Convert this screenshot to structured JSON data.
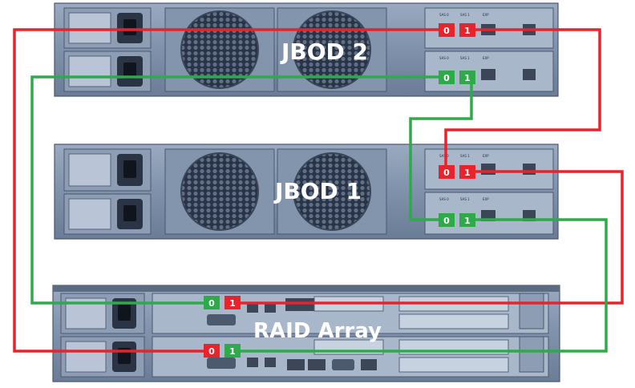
{
  "devices": {
    "jbod2": {
      "title": "JBOD 2"
    },
    "jbod1": {
      "title": "JBOD 1"
    },
    "raid": {
      "title": "RAID Array"
    }
  },
  "ports": {
    "port0": "0",
    "port1": "1"
  },
  "io_labels": {
    "sas0": "SAS 0",
    "sas1": "SAS 1",
    "exp": "EXP"
  },
  "colors": {
    "red_path": "#e8232b",
    "green_path": "#2eaa4a",
    "chassis": "#7f91ab",
    "chassis_dark": "#5b6b82",
    "panel": "#a9b7ca"
  },
  "connections": [
    {
      "color": "red",
      "from": "RAID Array port 0 (lower controller)",
      "to": "JBOD 2 port 0 (upper module)"
    },
    {
      "color": "red",
      "from": "JBOD 2 port 1 (upper module)",
      "to": "JBOD 1 port 0 (upper module)"
    },
    {
      "color": "red",
      "from": "JBOD 1 port 1 (upper module)",
      "to": "RAID Array port 1 (upper controller)"
    },
    {
      "color": "green",
      "from": "RAID Array port 0 (upper controller)",
      "to": "JBOD 2 port 0 (lower module)"
    },
    {
      "color": "green",
      "from": "JBOD 2 port 1 (lower module)",
      "to": "JBOD 1 port 0 (lower module)"
    },
    {
      "color": "green",
      "from": "JBOD 1 port 1 (lower module)",
      "to": "RAID Array port 1 (lower controller)"
    }
  ]
}
